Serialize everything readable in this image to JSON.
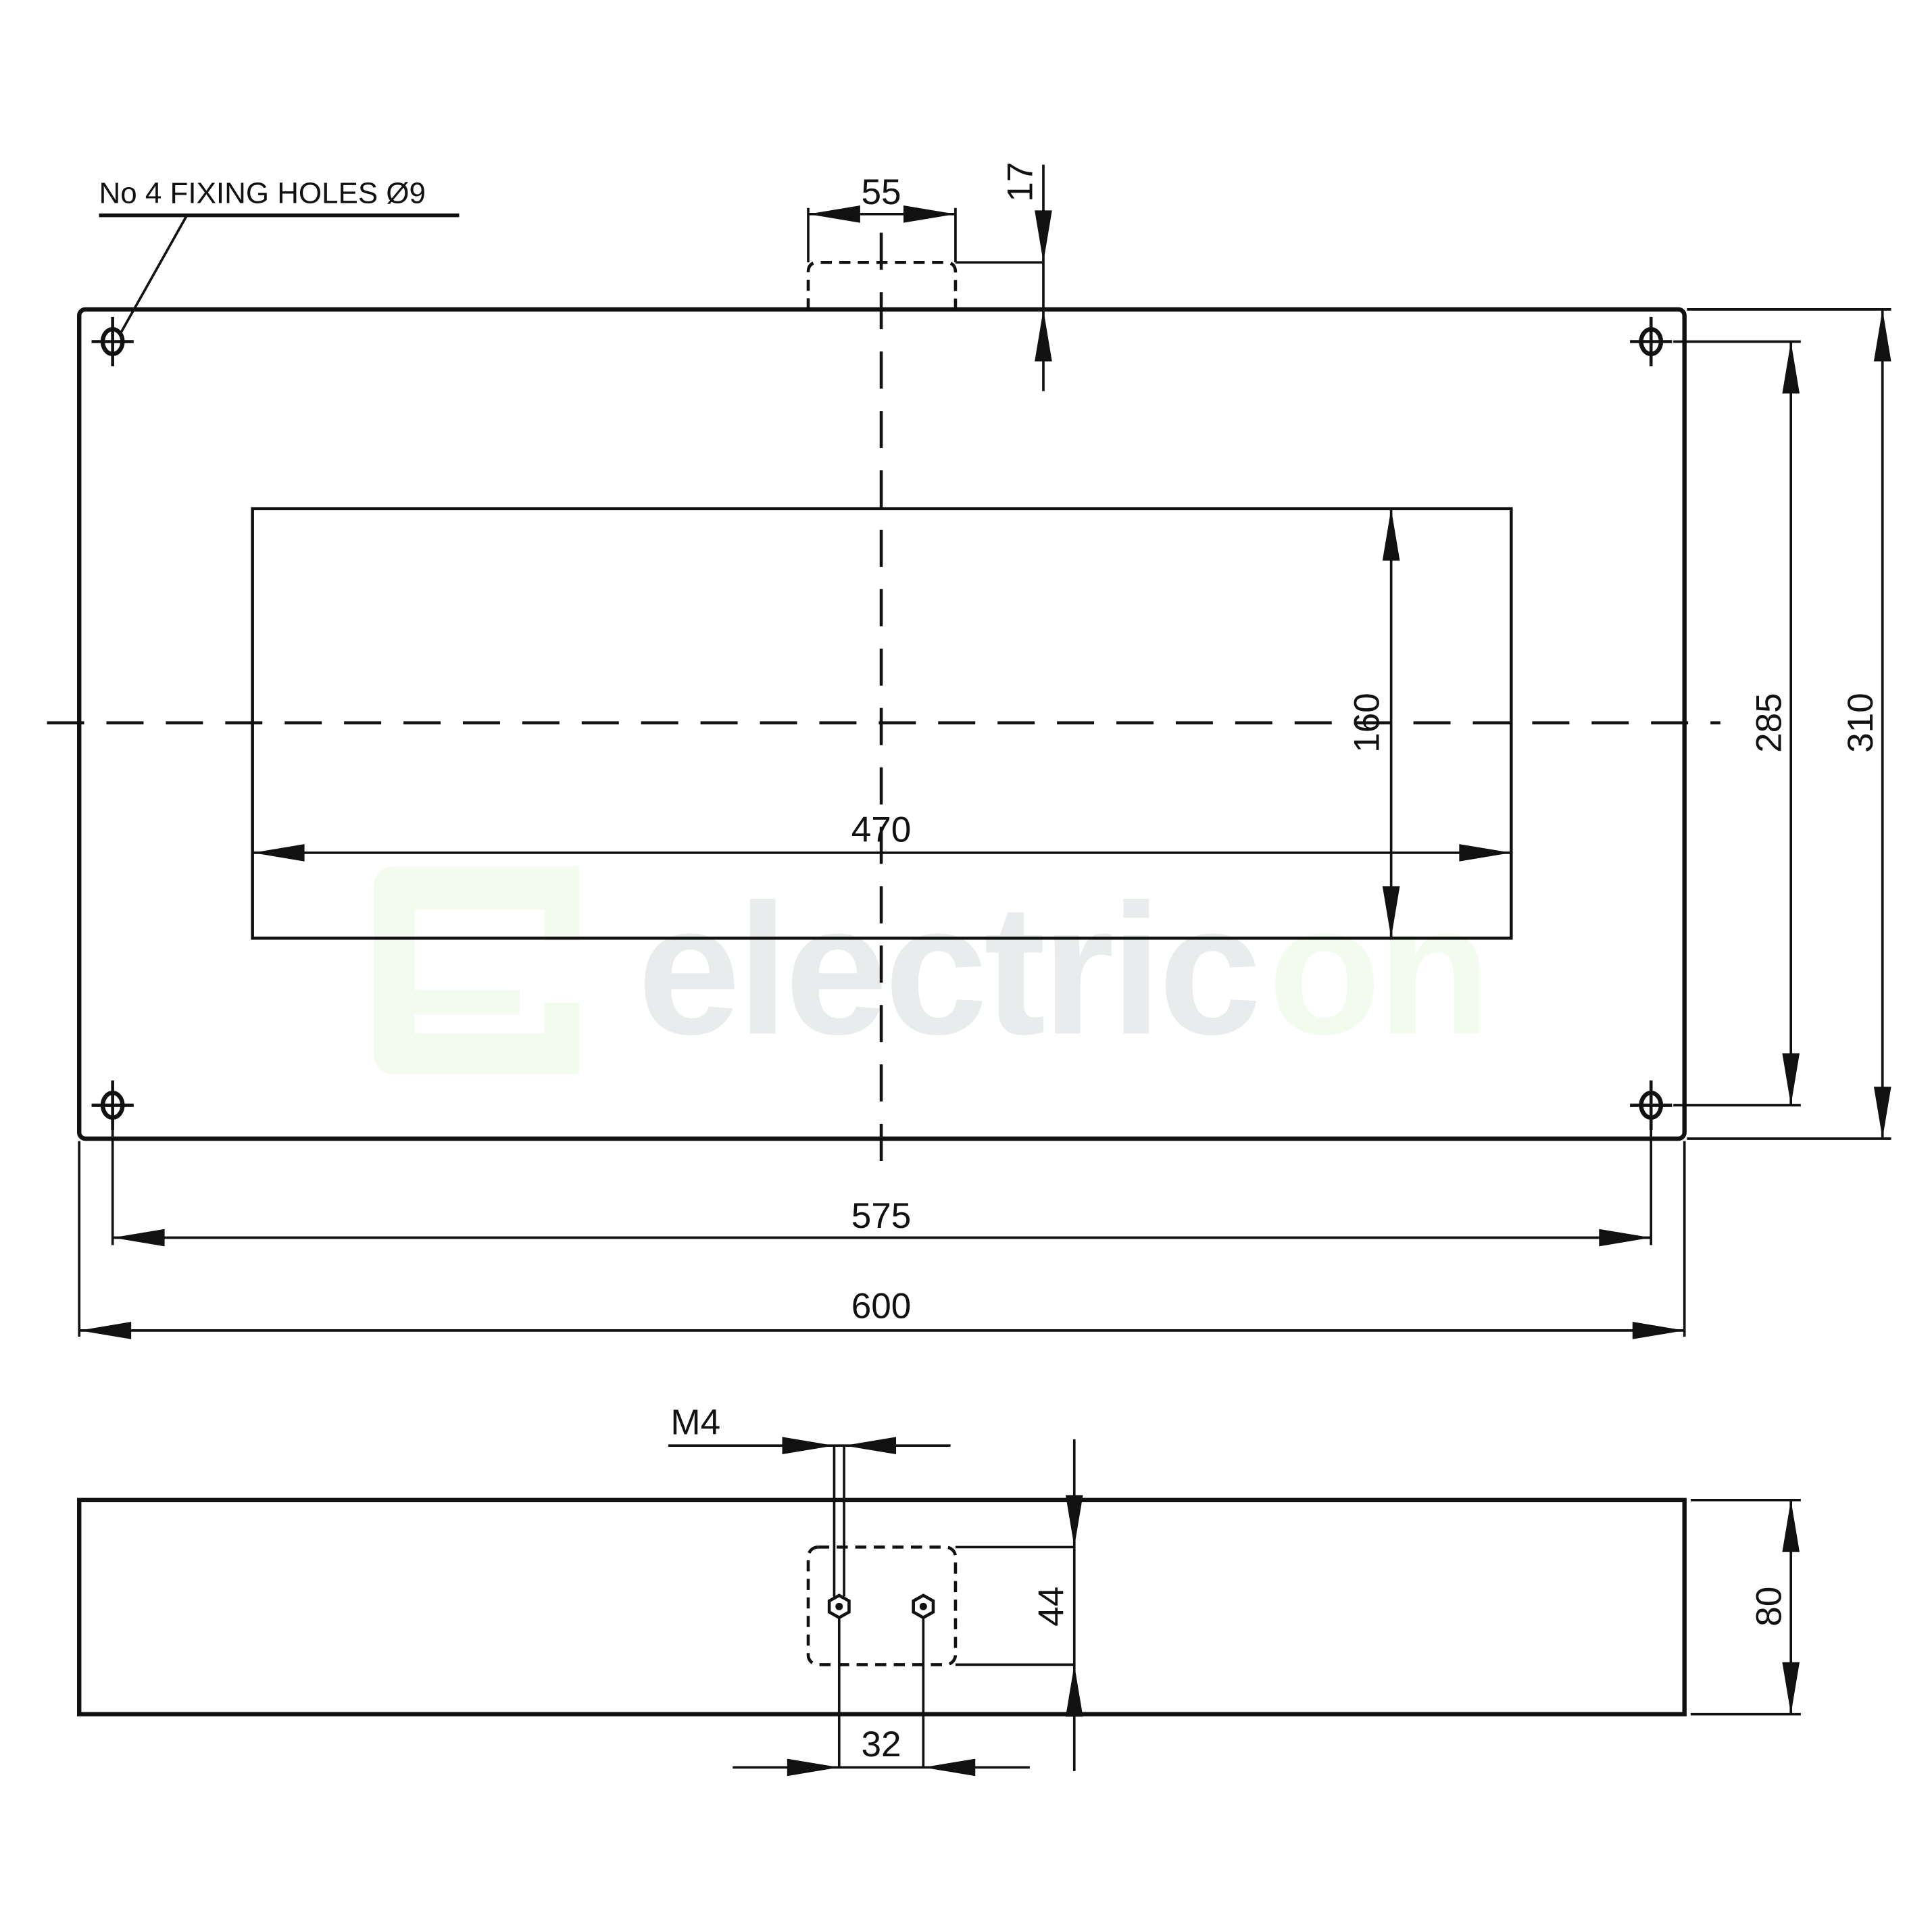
{
  "callout": {
    "fixing_holes": "No 4 FIXING HOLES Ø9"
  },
  "front_view": {
    "dims": {
      "tab_width": "55",
      "tab_height": "17",
      "cutout_height": "160",
      "cutout_width": "470",
      "hole_spacing_vertical": "285",
      "overall_height": "310",
      "hole_spacing_horizontal": "575",
      "overall_width": "600"
    }
  },
  "side_view": {
    "thread_label": "M4",
    "dims": {
      "terminal_box_height": "44",
      "terminal_spacing": "32",
      "depth": "80"
    }
  },
  "watermark": {
    "text_main": "electric",
    "text_accent": "on",
    "main_color": "#e8ecec",
    "accent_color": "#f2fbee"
  },
  "colors": {
    "line": "#111111",
    "background": "#ffffff"
  }
}
